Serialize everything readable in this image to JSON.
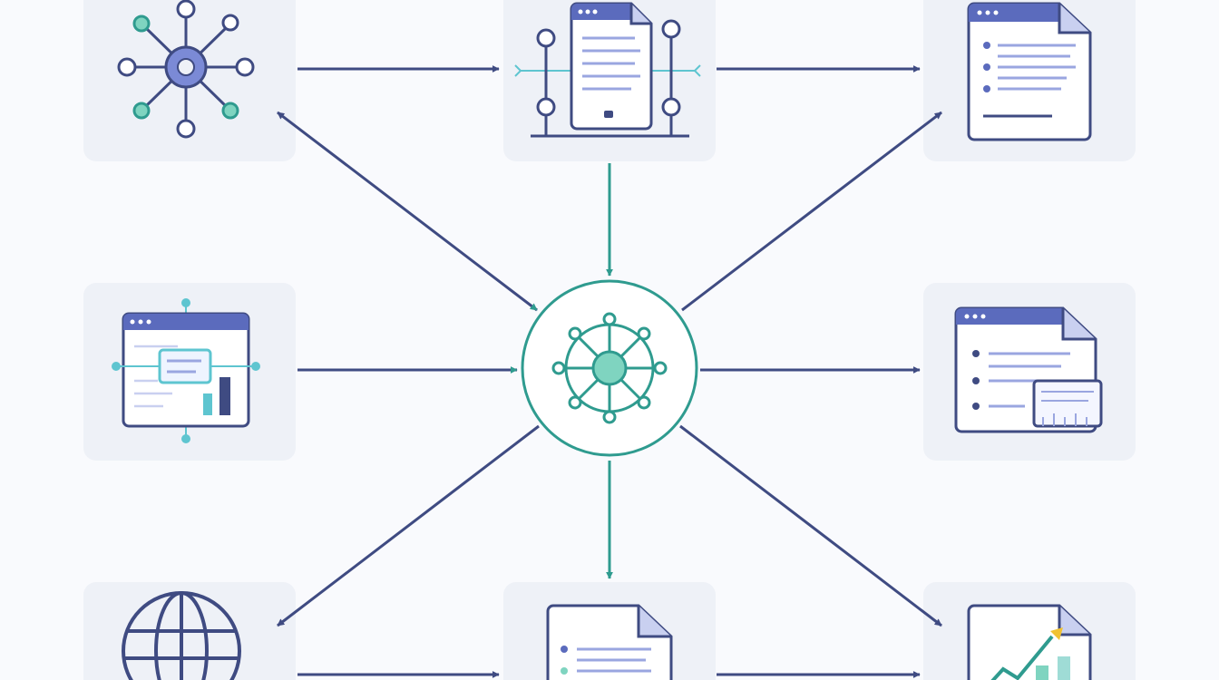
{
  "colors": {
    "background": "#f9fafd",
    "tile": "#eef1f7",
    "navy": "#2f3a66",
    "blue": "#5b6bbd",
    "blue_light": "#9aa6e0",
    "teal": "#2f9b8f",
    "teal_light": "#5ec5d0",
    "mint": "#7fd4c0"
  },
  "diagram": {
    "layout": "hub-and-spoke",
    "nodes": [
      {
        "id": "network-node",
        "icon": "network-node-icon"
      },
      {
        "id": "circuit-document",
        "icon": "circuit-document-icon"
      },
      {
        "id": "list-document-top",
        "icon": "list-document-icon"
      },
      {
        "id": "dashboard",
        "icon": "dashboard-window-icon"
      },
      {
        "id": "hub",
        "icon": "central-hub-icon"
      },
      {
        "id": "report-document",
        "icon": "report-document-icon"
      },
      {
        "id": "globe",
        "icon": "globe-icon"
      },
      {
        "id": "list-document-bottom",
        "icon": "list-document-icon"
      },
      {
        "id": "growth-chart",
        "icon": "growth-chart-icon"
      }
    ],
    "edges": [
      {
        "from": "network-node",
        "to": "circuit-document"
      },
      {
        "from": "circuit-document",
        "to": "list-document-top"
      },
      {
        "from": "hub",
        "to": "network-node",
        "bidirectional": true
      },
      {
        "from": "circuit-document",
        "to": "hub"
      },
      {
        "from": "hub",
        "to": "list-document-top"
      },
      {
        "from": "dashboard",
        "to": "hub"
      },
      {
        "from": "hub",
        "to": "report-document"
      },
      {
        "from": "hub",
        "to": "globe"
      },
      {
        "from": "hub",
        "to": "list-document-bottom"
      },
      {
        "from": "hub",
        "to": "growth-chart"
      },
      {
        "from": "globe",
        "to": "list-document-bottom"
      },
      {
        "from": "list-document-bottom",
        "to": "growth-chart"
      }
    ]
  }
}
